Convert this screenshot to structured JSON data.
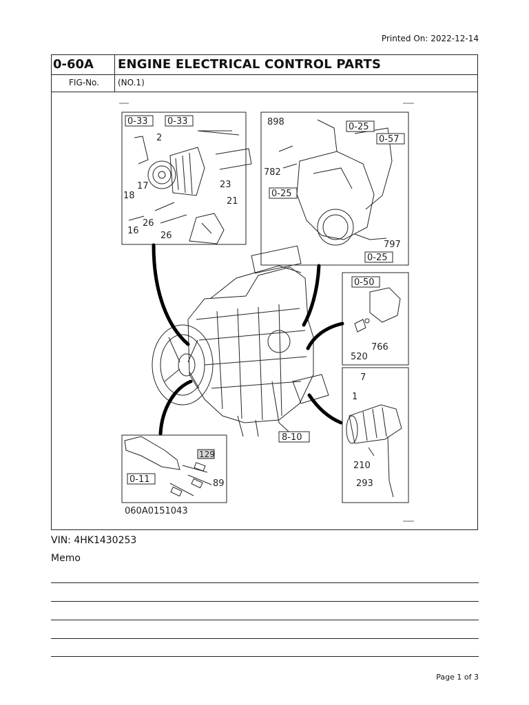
{
  "printed_on": "Printed On: 2022-12-14",
  "header": {
    "code": "0-60A",
    "title": "ENGINE ELECTRICAL CONTROL PARTS",
    "fig_label": "FIG-No.",
    "fig_number": "(NO.1)"
  },
  "drawing": {
    "drawing_id": "060A0151043",
    "ref_alternator_left": "0-33",
    "ref_alternator_right": "0-33",
    "ref_turbo_top": "0-25",
    "ref_turbo_right": "0-57",
    "ref_turbo_left": "0-25",
    "ref_turbo_bottom": "0-25",
    "ref_sensor": "0-50",
    "ref_harness": "8-10",
    "ref_glowplug": "0-11",
    "callouts": {
      "p2": "2",
      "p17": "17",
      "p18": "18",
      "p16": "16",
      "p26a": "26",
      "p26b": "26",
      "p21": "21",
      "p23": "23",
      "p898": "898",
      "p782": "782",
      "p797": "797",
      "p766": "766",
      "p520": "520",
      "p7": "7",
      "p1": "1",
      "p210": "210",
      "p293": "293",
      "p129": "129",
      "p89": "89"
    }
  },
  "vin": "VIN: 4HK1430253",
  "memo_label": "Memo",
  "page": "Page 1 of 3"
}
